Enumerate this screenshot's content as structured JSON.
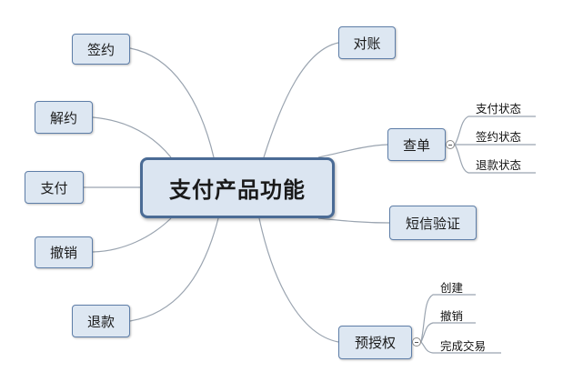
{
  "center": {
    "label": "支付产品功能"
  },
  "left_nodes": [
    "签约",
    "解约",
    "支付",
    "撤销",
    "退款"
  ],
  "right_nodes": {
    "reconcile": "对账",
    "query": {
      "label": "查单",
      "children": [
        "支付状态",
        "签约状态",
        "退款状态"
      ]
    },
    "sms": "短信验证",
    "preauth": {
      "label": "预授权",
      "children": [
        "创建",
        "撤销",
        "完成交易"
      ]
    }
  }
}
